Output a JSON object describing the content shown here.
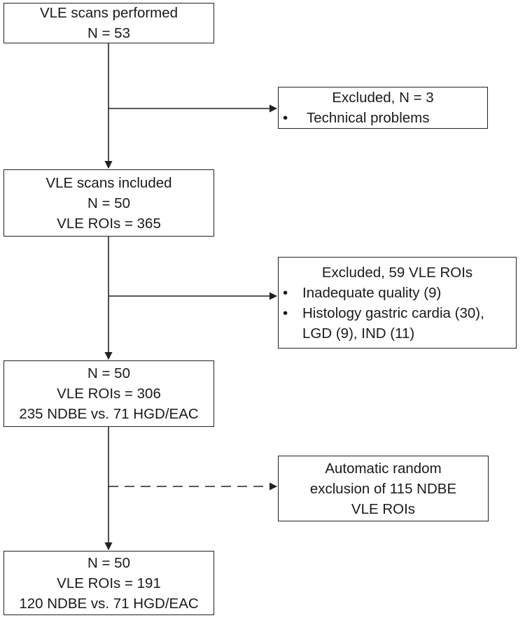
{
  "boxes": {
    "scans_performed": {
      "lines": [
        "VLE scans performed",
        "N = 53"
      ]
    },
    "excluded_1": {
      "header": "Excluded, N = 3",
      "bullets": [
        "Technical problems"
      ]
    },
    "scans_included": {
      "lines": [
        "VLE scans included",
        "N = 50",
        "VLE ROIs = 365"
      ]
    },
    "excluded_2": {
      "header": "Excluded, 59 VLE ROIs",
      "bullets": [
        "Inadequate quality (9)",
        "Histology gastric cardia (30), LGD (9), IND (11)"
      ]
    },
    "step_3": {
      "lines": [
        "N = 50",
        "VLE ROIs = 306",
        "235 NDBE vs. 71 HGD/EAC"
      ]
    },
    "random_exclusion": {
      "lines": [
        "Automatic random",
        "exclusion of 115 NDBE",
        "VLE ROIs"
      ]
    },
    "final": {
      "lines": [
        "N = 50",
        "VLE ROIs = 191",
        "120 NDBE vs. 71 HGD/EAC"
      ]
    }
  },
  "bullet_glyph": "•"
}
